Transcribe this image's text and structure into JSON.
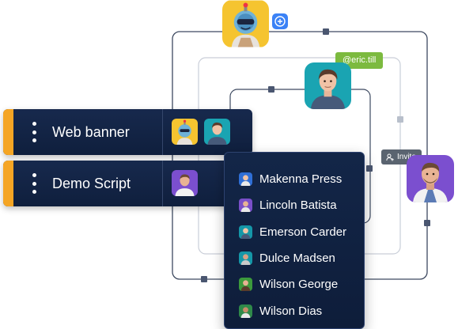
{
  "tags": {
    "mention": "@eric.till",
    "invite": "Invite"
  },
  "projects": [
    {
      "title": "Web banner",
      "accent": "#f5a524",
      "assignees": [
        "robot-avatar",
        "man-teal-avatar"
      ]
    },
    {
      "title": "Demo Script",
      "accent": "#f5a524",
      "assignees": [
        "man-purple-avatar"
      ]
    }
  ],
  "people": [
    {
      "name": "Makenna Press",
      "avatar_color": "#2f6fd6"
    },
    {
      "name": "Lincoln Batista",
      "avatar_color": "#7a4fc9"
    },
    {
      "name": "Emerson Carder",
      "avatar_color": "#1597a8"
    },
    {
      "name": "Dulce Madsen",
      "avatar_color": "#1597a8"
    },
    {
      "name": "Wilson George",
      "avatar_color": "#3c9a3c"
    },
    {
      "name": "Wilson Dias",
      "avatar_color": "#2f8a4a"
    }
  ],
  "icons": {
    "add": "plus-icon",
    "invite": "user-plus-icon",
    "menu": "kebab-menu-icon"
  },
  "colors": {
    "card_bg": "#13264a",
    "accent": "#f5a524",
    "mention_bg": "#7cba3f",
    "invite_bg": "#5a6470",
    "plus_bg": "#3b82f6",
    "line": "#4a5670"
  }
}
